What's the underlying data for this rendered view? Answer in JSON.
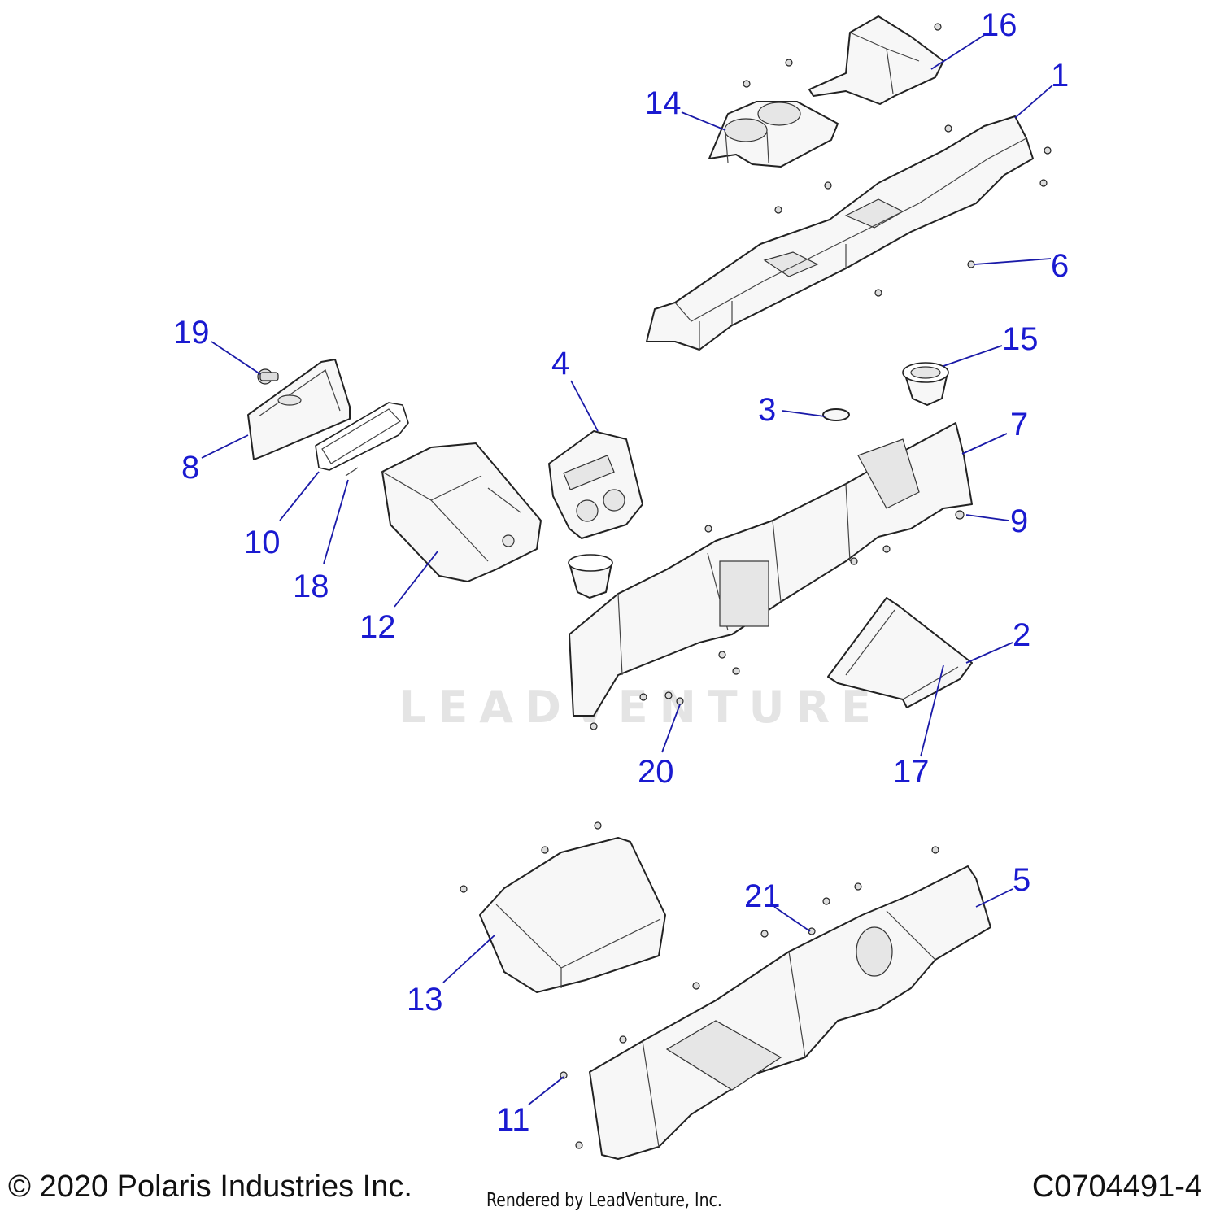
{
  "diagram": {
    "callouts": [
      {
        "id": "1",
        "label": "1"
      },
      {
        "id": "2",
        "label": "2"
      },
      {
        "id": "3",
        "label": "3"
      },
      {
        "id": "4",
        "label": "4"
      },
      {
        "id": "5",
        "label": "5"
      },
      {
        "id": "6",
        "label": "6"
      },
      {
        "id": "7",
        "label": "7"
      },
      {
        "id": "8",
        "label": "8"
      },
      {
        "id": "9",
        "label": "9"
      },
      {
        "id": "10",
        "label": "10"
      },
      {
        "id": "11",
        "label": "11"
      },
      {
        "id": "12",
        "label": "12"
      },
      {
        "id": "13",
        "label": "13"
      },
      {
        "id": "14",
        "label": "14"
      },
      {
        "id": "15",
        "label": "15"
      },
      {
        "id": "16",
        "label": "16"
      },
      {
        "id": "17",
        "label": "17"
      },
      {
        "id": "18",
        "label": "18"
      },
      {
        "id": "19",
        "label": "19"
      },
      {
        "id": "20",
        "label": "20"
      },
      {
        "id": "21",
        "label": "21"
      }
    ],
    "callout_color": "#1a1ad0",
    "watermark": "LEADVENTURE"
  },
  "footer": {
    "copyright": "© 2020 Polaris Industries Inc.",
    "rendered_by": "Rendered by LeadVenture, Inc.",
    "diagram_code": "C0704491-4"
  }
}
